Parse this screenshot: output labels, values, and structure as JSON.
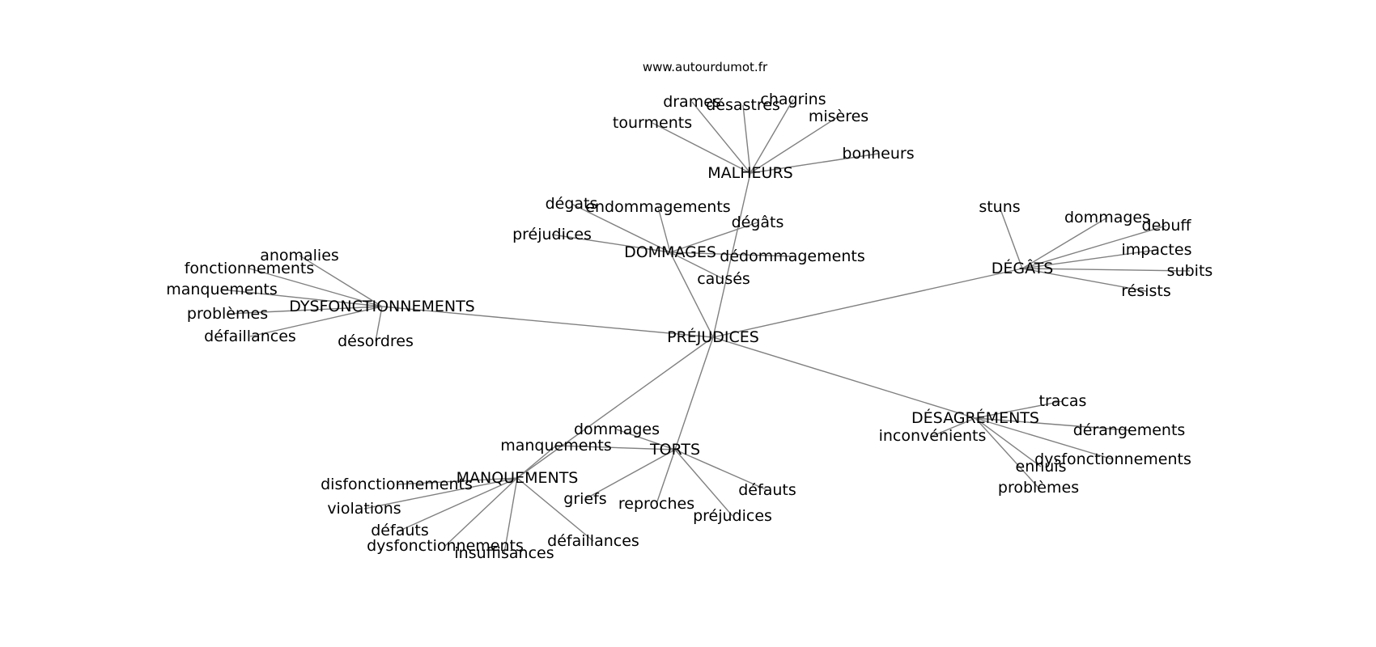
{
  "watermark": "www.autourdumot.fr",
  "colors": {
    "edge": "#808080",
    "text": "#000000",
    "background": "#ffffff"
  },
  "graph": {
    "nodes": [
      {
        "id": "prejudices_center",
        "label": "PRÉJUDICES"
      },
      {
        "id": "malheurs",
        "label": "MALHEURS"
      },
      {
        "id": "m_drames",
        "label": "drames"
      },
      {
        "id": "m_desastres",
        "label": "désastres"
      },
      {
        "id": "m_chagrins",
        "label": "chagrins"
      },
      {
        "id": "m_miseres",
        "label": "misères"
      },
      {
        "id": "m_tourments",
        "label": "tourments"
      },
      {
        "id": "m_bonheurs",
        "label": "bonheurs"
      },
      {
        "id": "dommages",
        "label": "DOMMAGES"
      },
      {
        "id": "d_degats_lc",
        "label": "dégats"
      },
      {
        "id": "d_endommagements",
        "label": "endommagements"
      },
      {
        "id": "d_degats",
        "label": "dégâts"
      },
      {
        "id": "d_prejudices",
        "label": "préjudices"
      },
      {
        "id": "d_dedommagements",
        "label": "dédommagements"
      },
      {
        "id": "d_causes",
        "label": "causés"
      },
      {
        "id": "dysfonctionnements",
        "label": "DYSFONCTIONNEMENTS"
      },
      {
        "id": "y_anomalies",
        "label": "anomalies"
      },
      {
        "id": "y_fonctionnements",
        "label": "fonctionnements"
      },
      {
        "id": "y_manquements",
        "label": "manquements"
      },
      {
        "id": "y_problemes",
        "label": "problèmes"
      },
      {
        "id": "y_defaillances",
        "label": "défaillances"
      },
      {
        "id": "y_desordres",
        "label": "désordres"
      },
      {
        "id": "degats_node",
        "label": "DÉGÂTS"
      },
      {
        "id": "g_stuns",
        "label": "stuns"
      },
      {
        "id": "g_dommages",
        "label": "dommages"
      },
      {
        "id": "g_debuff",
        "label": "debuff"
      },
      {
        "id": "g_impactes",
        "label": "impactes"
      },
      {
        "id": "g_subits",
        "label": "subits"
      },
      {
        "id": "g_resists",
        "label": "résists"
      },
      {
        "id": "desagrements",
        "label": "DÉSAGRÉMENTS"
      },
      {
        "id": "a_tracas",
        "label": "tracas"
      },
      {
        "id": "a_inconvenients",
        "label": "inconvénients"
      },
      {
        "id": "a_derangements",
        "label": "dérangements"
      },
      {
        "id": "a_dysfonctionnements",
        "label": "dysfonctionnements"
      },
      {
        "id": "a_ennuis",
        "label": "ennuis"
      },
      {
        "id": "a_problemes",
        "label": "problèmes"
      },
      {
        "id": "torts",
        "label": "TORTS"
      },
      {
        "id": "t_dommages",
        "label": "dommages"
      },
      {
        "id": "t_griefs",
        "label": "griefs"
      },
      {
        "id": "t_reproches",
        "label": "reproches"
      },
      {
        "id": "t_defauts",
        "label": "défauts"
      },
      {
        "id": "t_prejudices",
        "label": "préjudices"
      },
      {
        "id": "manquements_node",
        "label": "MANQUEMENTS"
      },
      {
        "id": "q_manquements",
        "label": "manquements"
      },
      {
        "id": "q_disfonctionnements",
        "label": "disfonctionnements"
      },
      {
        "id": "q_violations",
        "label": "violations"
      },
      {
        "id": "q_defauts",
        "label": "défauts"
      },
      {
        "id": "q_dysfonctionnements",
        "label": "dysfonctionnements"
      },
      {
        "id": "q_insuffisances",
        "label": "insuffisances"
      },
      {
        "id": "q_defaillances",
        "label": "défaillances"
      }
    ],
    "edges": [
      [
        "prejudices_center",
        "malheurs"
      ],
      [
        "prejudices_center",
        "dommages"
      ],
      [
        "prejudices_center",
        "dysfonctionnements"
      ],
      [
        "prejudices_center",
        "degats_node"
      ],
      [
        "prejudices_center",
        "desagrements"
      ],
      [
        "prejudices_center",
        "torts"
      ],
      [
        "prejudices_center",
        "manquements_node"
      ],
      [
        "malheurs",
        "m_drames"
      ],
      [
        "malheurs",
        "m_desastres"
      ],
      [
        "malheurs",
        "m_chagrins"
      ],
      [
        "malheurs",
        "m_miseres"
      ],
      [
        "malheurs",
        "m_tourments"
      ],
      [
        "malheurs",
        "m_bonheurs"
      ],
      [
        "dommages",
        "d_degats_lc"
      ],
      [
        "dommages",
        "d_endommagements"
      ],
      [
        "dommages",
        "d_degats"
      ],
      [
        "dommages",
        "d_prejudices"
      ],
      [
        "dommages",
        "d_dedommagements"
      ],
      [
        "dommages",
        "d_causes"
      ],
      [
        "dysfonctionnements",
        "y_anomalies"
      ],
      [
        "dysfonctionnements",
        "y_fonctionnements"
      ],
      [
        "dysfonctionnements",
        "y_manquements"
      ],
      [
        "dysfonctionnements",
        "y_problemes"
      ],
      [
        "dysfonctionnements",
        "y_defaillances"
      ],
      [
        "dysfonctionnements",
        "y_desordres"
      ],
      [
        "degats_node",
        "g_stuns"
      ],
      [
        "degats_node",
        "g_dommages"
      ],
      [
        "degats_node",
        "g_debuff"
      ],
      [
        "degats_node",
        "g_impactes"
      ],
      [
        "degats_node",
        "g_subits"
      ],
      [
        "degats_node",
        "g_resists"
      ],
      [
        "desagrements",
        "a_tracas"
      ],
      [
        "desagrements",
        "a_inconvenients"
      ],
      [
        "desagrements",
        "a_derangements"
      ],
      [
        "desagrements",
        "a_dysfonctionnements"
      ],
      [
        "desagrements",
        "a_ennuis"
      ],
      [
        "desagrements",
        "a_problemes"
      ],
      [
        "torts",
        "t_dommages"
      ],
      [
        "torts",
        "t_griefs"
      ],
      [
        "torts",
        "t_reproches"
      ],
      [
        "torts",
        "t_defauts"
      ],
      [
        "torts",
        "t_prejudices"
      ],
      [
        "torts",
        "q_manquements"
      ],
      [
        "manquements_node",
        "q_manquements"
      ],
      [
        "manquements_node",
        "q_disfonctionnements"
      ],
      [
        "manquements_node",
        "q_violations"
      ],
      [
        "manquements_node",
        "q_defauts"
      ],
      [
        "manquements_node",
        "q_dysfonctionnements"
      ],
      [
        "manquements_node",
        "q_insuffisances"
      ],
      [
        "manquements_node",
        "q_defaillances"
      ]
    ]
  }
}
